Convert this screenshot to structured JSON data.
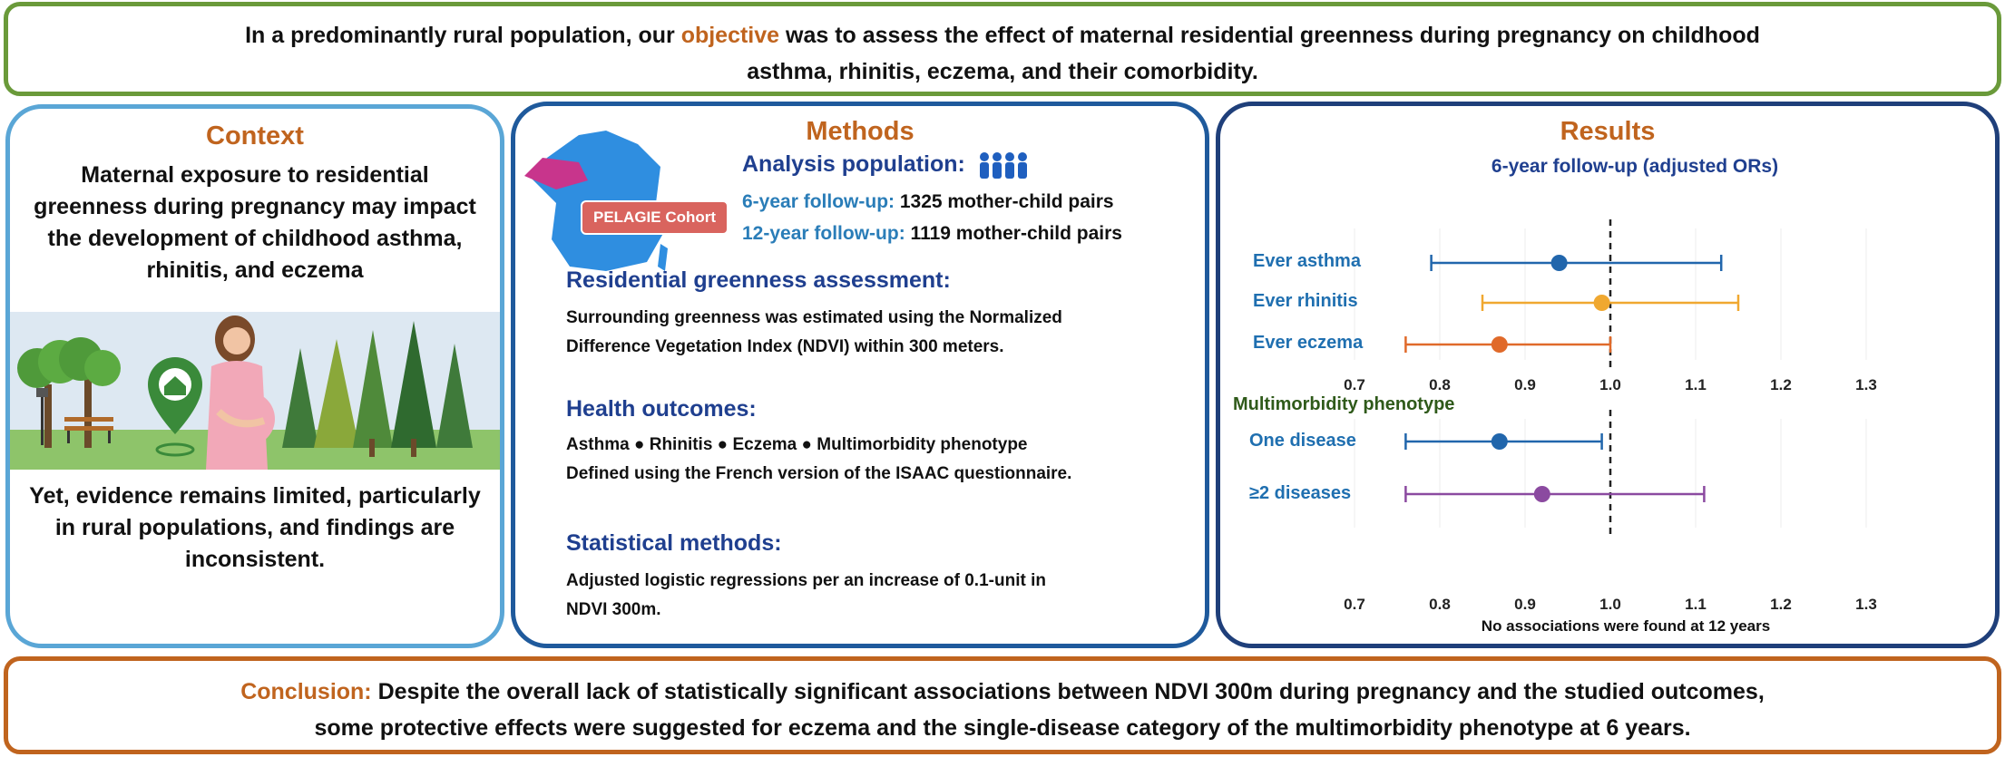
{
  "objective": {
    "part1": "In a predominantly rural population, our ",
    "keyword": "objective",
    "part2": " was to assess the effect of maternal residential greenness during pregnancy on childhood",
    "line2": "asthma, rhinitis, eczema, and their comorbidity."
  },
  "context": {
    "title": "Context",
    "text1": "Maternal exposure to residential greenness during pregnancy may impact the development of childhood asthma, rhinitis, and eczema",
    "text2": "Yet, evidence remains limited, particularly in rural populations, and findings are inconsistent."
  },
  "methods": {
    "title": "Methods",
    "cohort_tag": "PELAGIE Cohort",
    "population_heading": "Analysis population:",
    "fu6_label": "6-year follow-up:",
    "fu6_value": "1325 mother-child pairs",
    "fu12_label": "12-year follow-up:",
    "fu12_value": "1119 mother-child pairs",
    "greenness_heading": "Residential greenness assessment:",
    "greenness_text": "Surrounding greenness was estimated using the Normalized Difference Vegetation Index (NDVI) within 300 meters.",
    "outcomes_heading": "Health outcomes:",
    "outcomes_list": [
      "Asthma",
      "Rhinitis",
      "Eczema",
      "Multimorbidity phenotype"
    ],
    "outcomes_text": "Defined using the French version of the ISAAC questionnaire.",
    "stats_heading": "Statistical methods:",
    "stats_text": "Adjusted logistic regressions per an increase of 0.1-unit in NDVI 300m.",
    "colors": {
      "map": "#2f8ee0",
      "brittany": "#c8358c",
      "tag": "#d9645e",
      "people": "#1f5fbf"
    }
  },
  "results": {
    "title": "Results",
    "subtitle": "6-year follow-up (adjusted ORs)",
    "multimorbidity_label": "Multimorbidity phenotype",
    "footnote": "No associations were found at 12 years",
    "ticks": [
      "0.7",
      "0.8",
      "0.9",
      "1.0",
      "1.1",
      "1.2",
      "1.3"
    ]
  },
  "chart_data": [
    {
      "type": "scatter",
      "title": "6-year follow-up (adjusted ORs)",
      "xlim": [
        0.7,
        1.3
      ],
      "reference_line": 1.0,
      "series": [
        {
          "name": "Ever asthma",
          "or": 0.94,
          "ci": [
            0.79,
            1.13
          ],
          "color": "#2166ac"
        },
        {
          "name": "Ever rhinitis",
          "or": 0.99,
          "ci": [
            0.85,
            1.15
          ],
          "color": "#f0a830"
        },
        {
          "name": "Ever eczema",
          "or": 0.87,
          "ci": [
            0.76,
            1.0
          ],
          "color": "#e06a2a"
        }
      ]
    },
    {
      "type": "scatter",
      "title": "Multimorbidity phenotype",
      "xlim": [
        0.7,
        1.3
      ],
      "reference_line": 1.0,
      "series": [
        {
          "name": "One disease",
          "or": 0.87,
          "ci": [
            0.76,
            0.99
          ],
          "color": "#2166ac"
        },
        {
          "name": "≥2 diseases",
          "or": 0.92,
          "ci": [
            0.76,
            1.11
          ],
          "color": "#8b4aa0"
        }
      ]
    }
  ],
  "conclusion": {
    "label": "Conclusion:",
    "line1": " Despite the overall lack of statistically significant associations between NDVI 300m during pregnancy and the studied outcomes,",
    "line2": "some protective effects were suggested for eczema and the single-disease category of the multimorbidity phenotype at 6 years."
  }
}
